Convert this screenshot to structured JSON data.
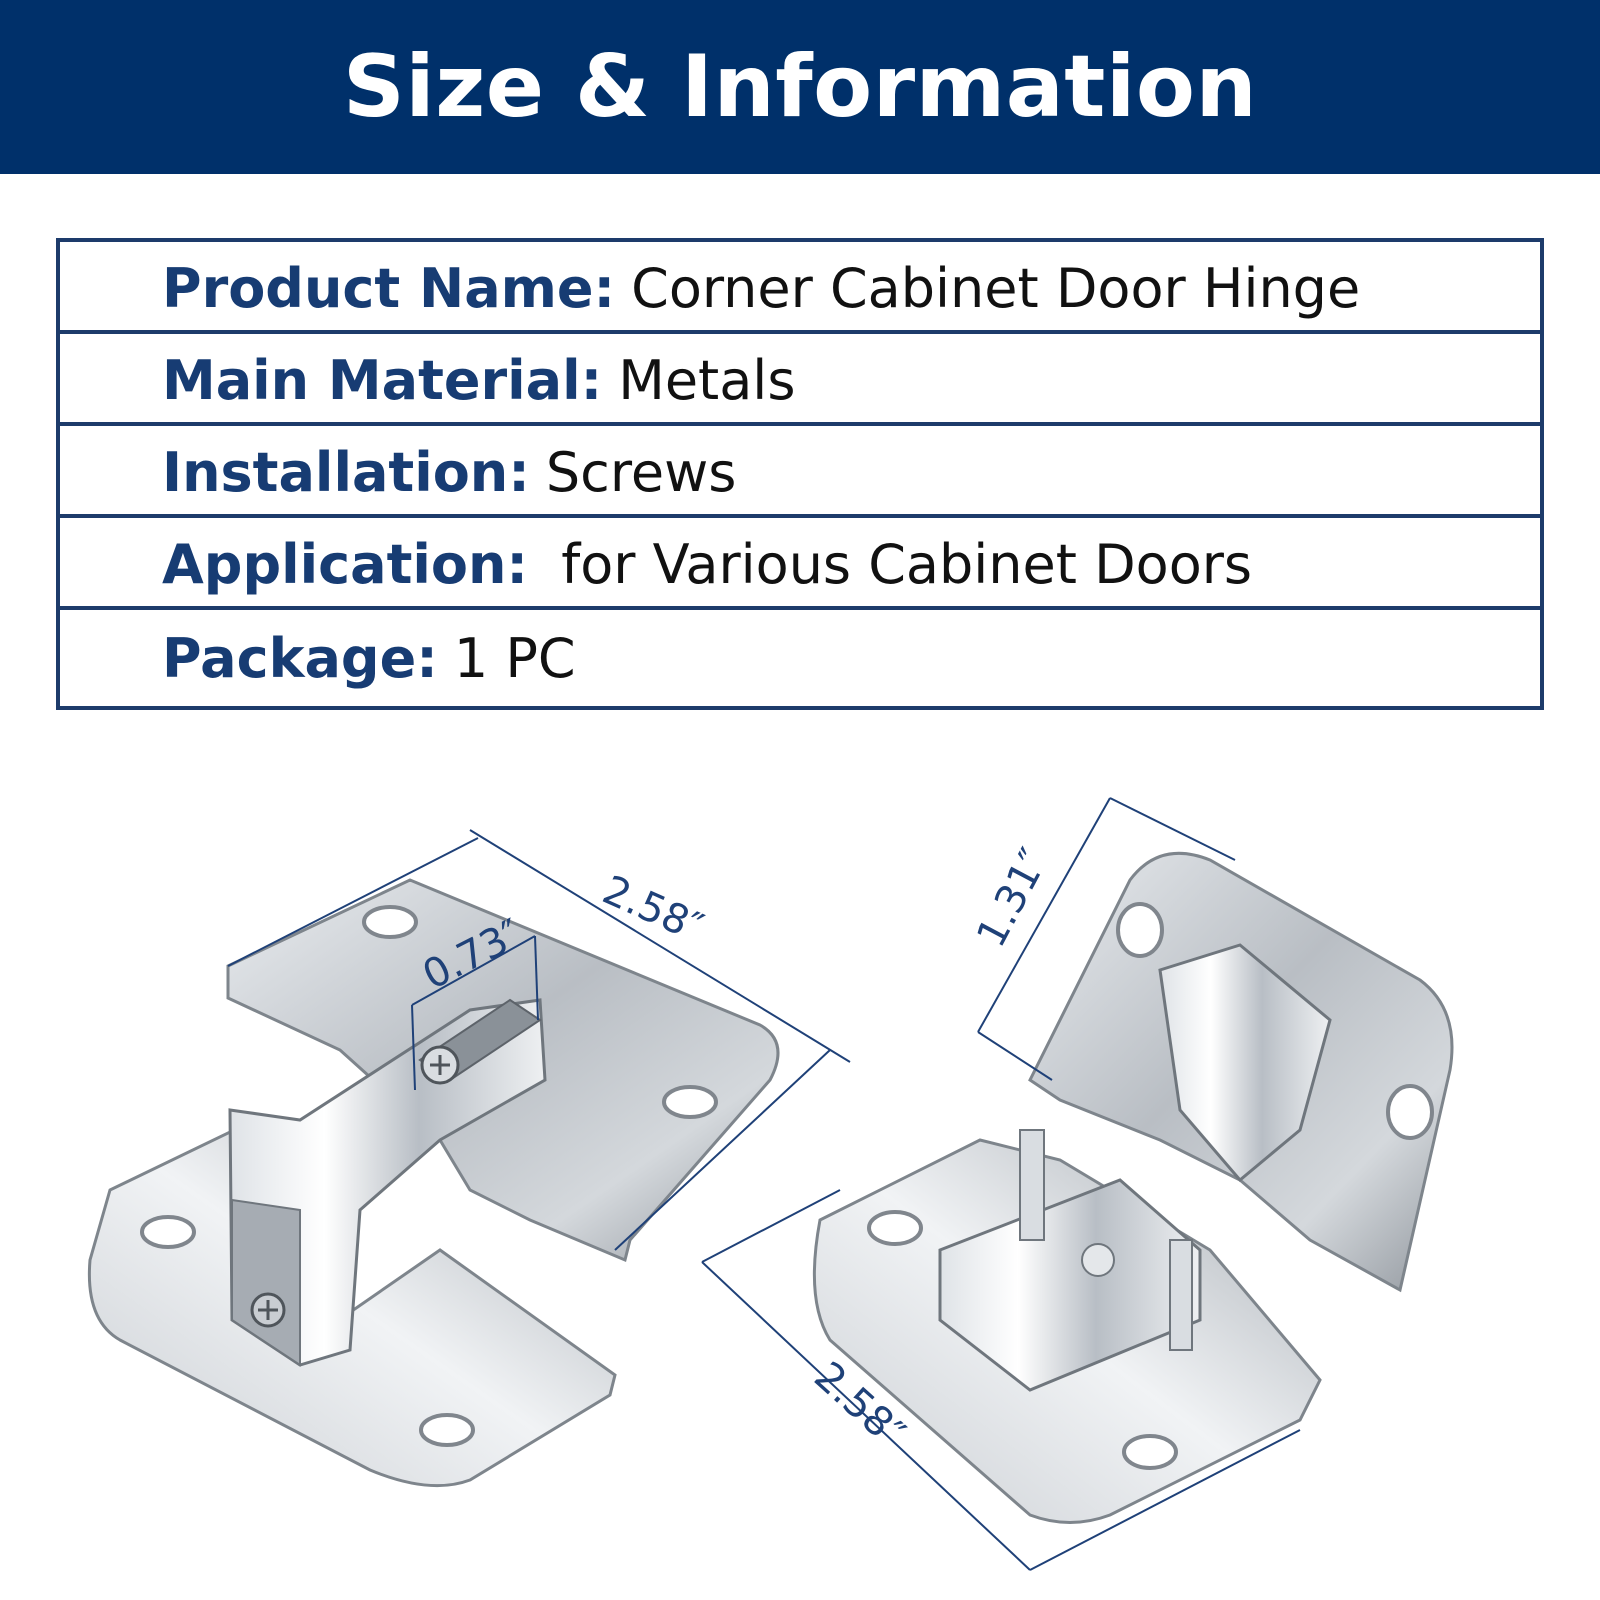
{
  "header": {
    "title": "Size & Information"
  },
  "specs": [
    {
      "label": "Product Name:",
      "value": "Corner Cabinet Door Hinge"
    },
    {
      "label": "Main Material:",
      "value": "Metals"
    },
    {
      "label": "Installation:",
      "value": "Screws"
    },
    {
      "label": "Application:",
      "value": " for Various Cabinet Doors"
    },
    {
      "label": "Package:",
      "value": "1 PC"
    }
  ],
  "dimensions": {
    "left_length": "2.58″",
    "left_slot": "0.73″",
    "right_height": "1.31″",
    "right_length": "2.58″"
  },
  "colors": {
    "header_bg": "#00306a",
    "label": "#173c73",
    "border": "#1d3b6b",
    "dimension_line": "#1f4178"
  }
}
